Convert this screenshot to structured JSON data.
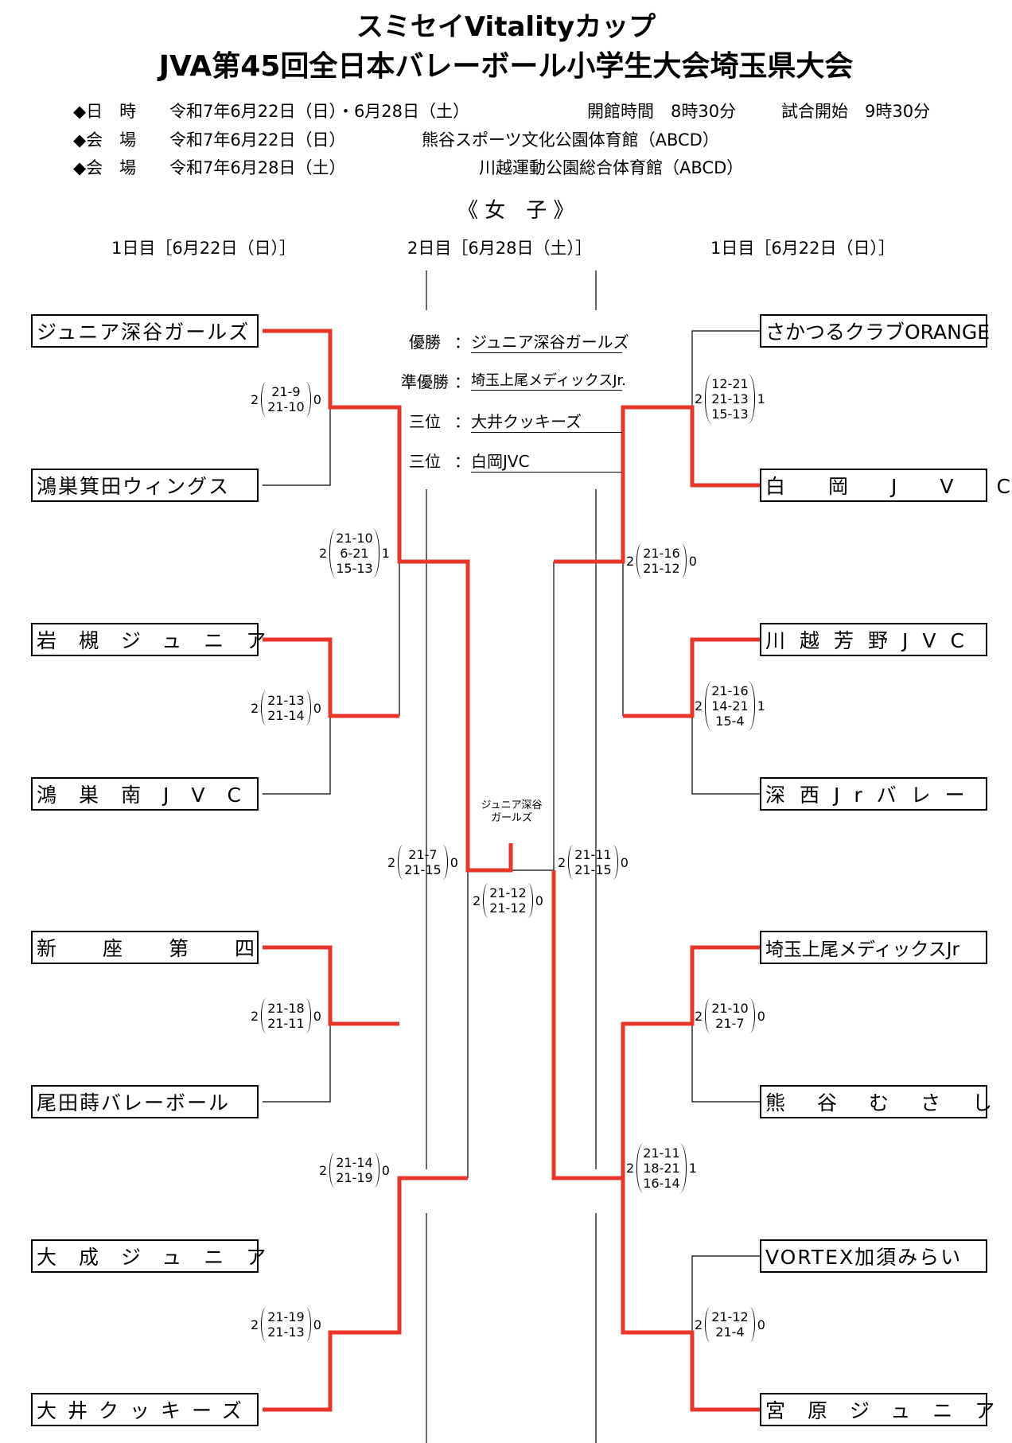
{
  "title_line1": "スミセイVitalityカップ",
  "title_line2": "JVA第45回全日本バレーボール小学生大会埼玉県大会",
  "info": [
    {
      "label": "◆日　時",
      "text": "令和7年6月22日（日）・6月28日（土）",
      "extra1": "開館時間　8時30分",
      "extra2": "試合開始　9時30分"
    },
    {
      "label": "◆会　場",
      "text": "令和7年6月22日（日）",
      "venue": "熊谷スポーツ文化公園体育館（ABCD）"
    },
    {
      "label": "◆会　場",
      "text": "令和7年6月28日（土）",
      "venue": "川越運動公園総合体育館（ABCD）"
    }
  ],
  "division": "《 女　子 》",
  "day_headers": {
    "left": "1日目［6月22日（日）］",
    "center": "2日目［6月28日（土）］",
    "right": "1日目［6月22日（日）］"
  },
  "results": [
    {
      "label": "優勝",
      "sep": "：",
      "value": "ジュニア深谷ガールズ"
    },
    {
      "label": "準優勝",
      "sep": "：",
      "value": "埼玉上尾メディックスJr."
    },
    {
      "label": "三位",
      "sep": "：",
      "value": "大井クッキーズ"
    },
    {
      "label": "三位",
      "sep": "：",
      "value": "白岡JVC"
    }
  ],
  "teams_left": [
    "ジュニア深谷ガールズ",
    "鴻巣箕田ウィングス",
    "岩槻ジュニア",
    "鴻巣南JVC",
    "新座第四",
    "尾田蒔バレーボール",
    "大成ジュニア",
    "大井クッキーズ"
  ],
  "teams_right": [
    "さかつるクラブORANGE",
    "白岡JVC",
    "川越芳野JVC",
    "深西Jrバレー",
    "埼玉上尾メディックスJr",
    "熊谷むさし",
    "VORTEX加須みらい",
    "宮原ジュニア"
  ],
  "scores": [
    {
      "id": "L1",
      "left": "2",
      "sets": [
        "21-9",
        "21-10"
      ],
      "right": "0"
    },
    {
      "id": "L2",
      "left": "2",
      "sets": [
        "21-13",
        "21-14"
      ],
      "right": "0"
    },
    {
      "id": "L3",
      "left": "2",
      "sets": [
        "21-18",
        "21-11"
      ],
      "right": "0"
    },
    {
      "id": "L4",
      "left": "2",
      "sets": [
        "21-19",
        "21-13"
      ],
      "right": "0"
    },
    {
      "id": "LQ1",
      "left": "2",
      "sets": [
        "21-10",
        "6-21",
        "15-13"
      ],
      "right": "1"
    },
    {
      "id": "LQ2",
      "left": "2",
      "sets": [
        "21-14",
        "21-19"
      ],
      "right": "0"
    },
    {
      "id": "LS",
      "left": "2",
      "sets": [
        "21-7",
        "21-15"
      ],
      "right": "0"
    },
    {
      "id": "R1",
      "left": "2",
      "sets": [
        "12-21",
        "21-13",
        "15-13"
      ],
      "right": "1"
    },
    {
      "id": "R2",
      "left": "2",
      "sets": [
        "21-16",
        "14-21",
        "15-4"
      ],
      "right": "1"
    },
    {
      "id": "R3",
      "left": "2",
      "sets": [
        "21-10",
        "21-7"
      ],
      "right": "0"
    },
    {
      "id": "R4",
      "left": "2",
      "sets": [
        "21-12",
        "21-4"
      ],
      "right": "0"
    },
    {
      "id": "RQ1",
      "left": "2",
      "sets": [
        "21-16",
        "21-12"
      ],
      "right": "0"
    },
    {
      "id": "RQ2",
      "left": "2",
      "sets": [
        "21-11",
        "18-21",
        "16-14"
      ],
      "right": "1"
    },
    {
      "id": "RS",
      "left": "2",
      "sets": [
        "21-11",
        "21-15"
      ],
      "right": "0"
    },
    {
      "id": "F",
      "left": "2",
      "sets": [
        "21-12",
        "21-12"
      ],
      "right": "0"
    }
  ],
  "champion_note": "ジュニア深谷ガールズ",
  "colors": {
    "win_line": "#e8372a",
    "line": "#000000"
  }
}
